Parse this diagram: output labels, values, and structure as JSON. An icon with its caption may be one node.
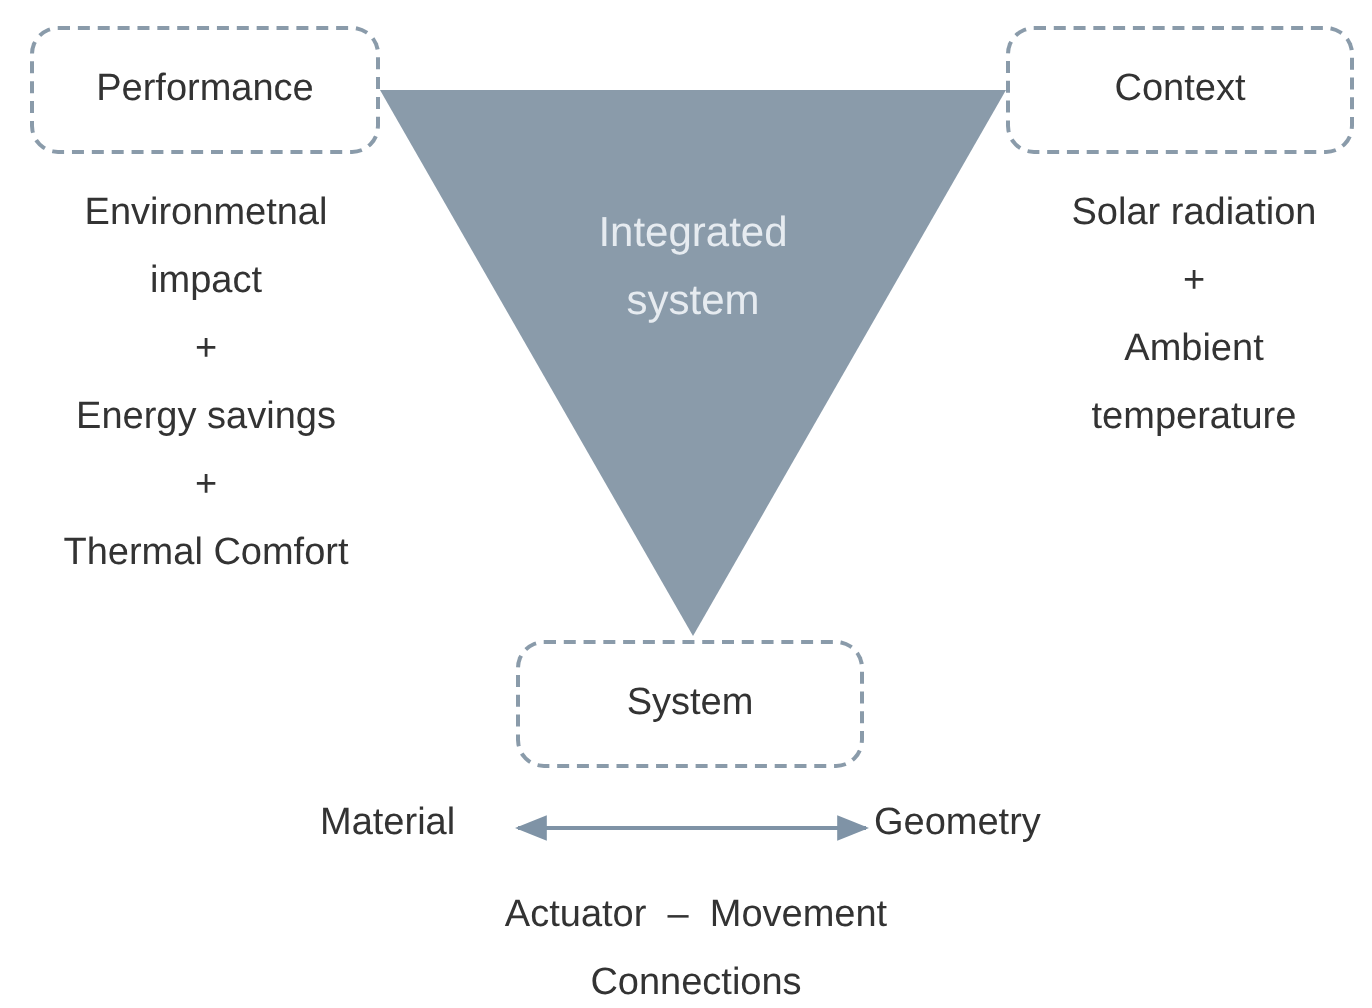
{
  "diagram": {
    "nodes": [
      {
        "text": [
          "Performance"
        ],
        "beside": [
          "Environmetnal impact",
          "+",
          "Energy savings",
          "+",
          "Thermal Comfort"
        ]
      },
      {
        "text": [
          "Context"
        ],
        "beside": [
          "Solar radiation",
          "+",
          "Ambient temperature"
        ]
      },
      {
        "text": [
          "Integrated system"
        ]
      },
      {
        "text": [
          "System"
        ]
      },
      {
        "text": [
          "Material"
        ]
      },
      {
        "text": [
          "Geometry"
        ]
      }
    ],
    "edges": [
      {
        "from": 4,
        "to": 5,
        "arrow": "both"
      }
    ],
    "labels": [
      "Actuator  –  Movement",
      "Connections"
    ]
  }
}
